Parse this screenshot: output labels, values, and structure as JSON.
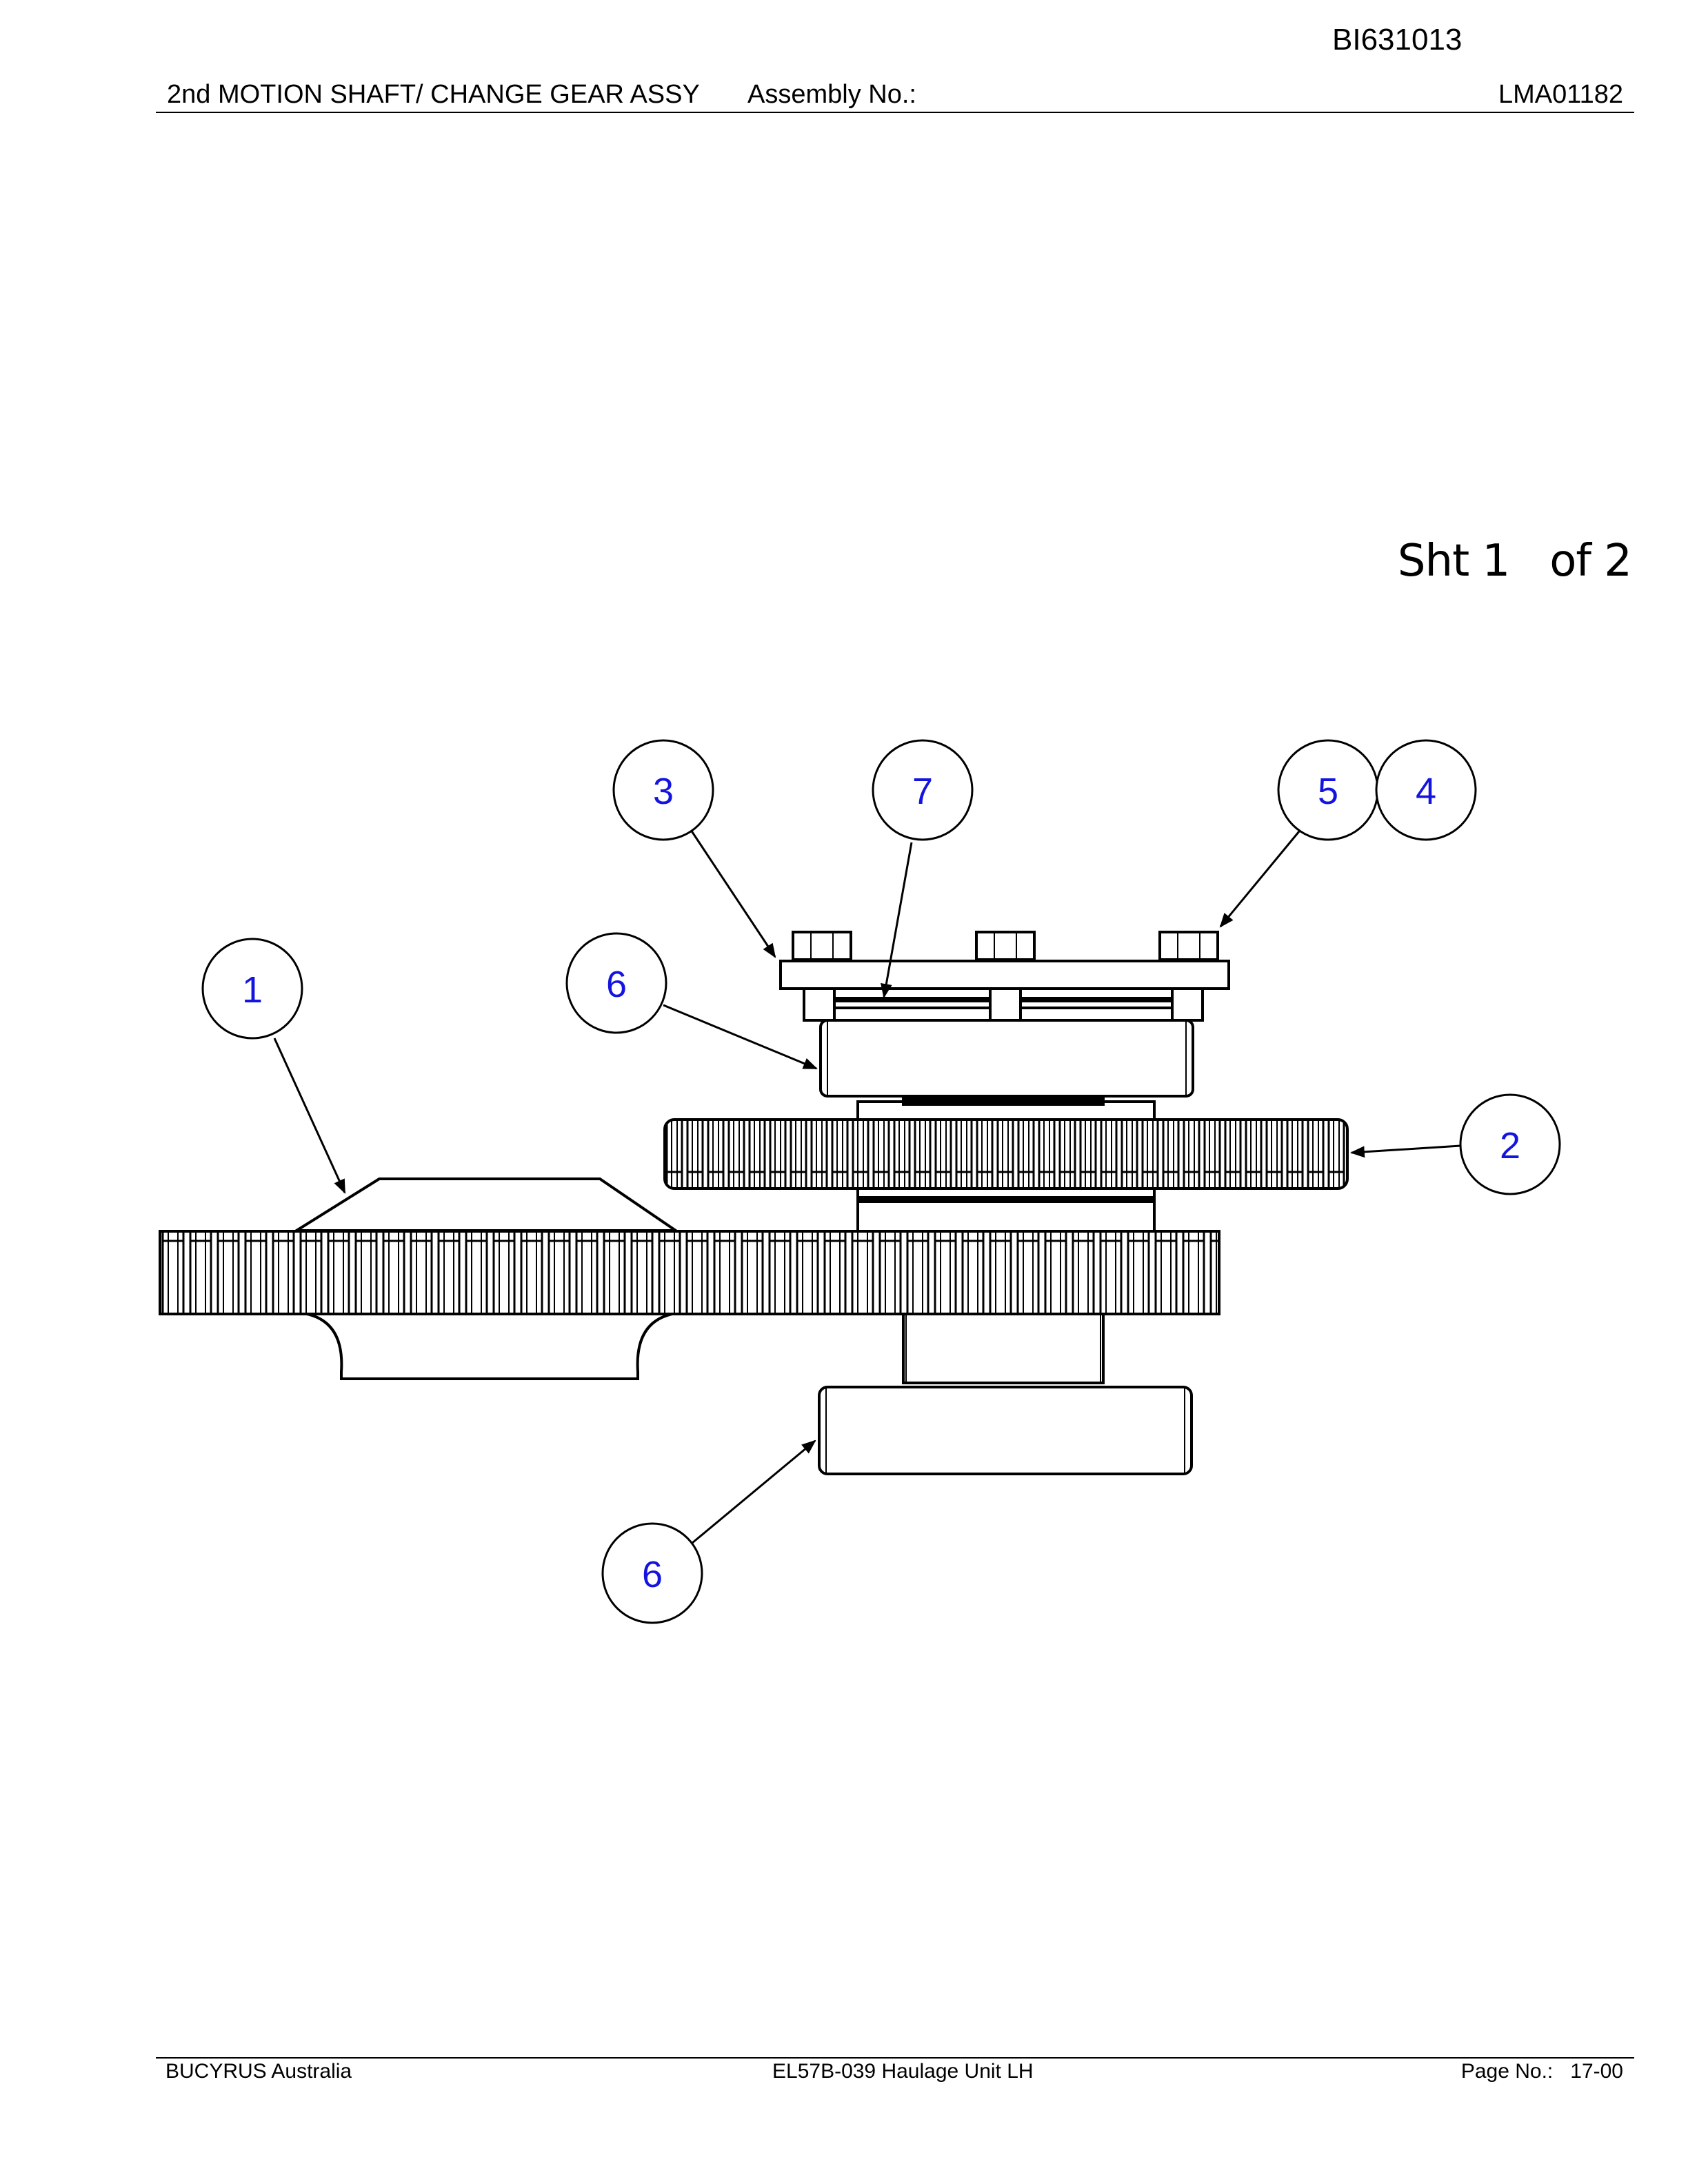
{
  "document_id": "BI631013",
  "header": {
    "title": "2nd MOTION SHAFT/ CHANGE GEAR ASSY",
    "assembly_label": "Assembly No.:",
    "assembly_number": "LMA01182"
  },
  "sheet": "Sht 1   of 2",
  "callouts": [
    {
      "id": "callout-1",
      "label": "1"
    },
    {
      "id": "callout-2",
      "label": "2"
    },
    {
      "id": "callout-3",
      "label": "3"
    },
    {
      "id": "callout-4",
      "label": "4"
    },
    {
      "id": "callout-5",
      "label": "5"
    },
    {
      "id": "callout-6a",
      "label": "6"
    },
    {
      "id": "callout-6b",
      "label": "6"
    },
    {
      "id": "callout-7",
      "label": "7"
    }
  ],
  "colors": {
    "callout_text": "#1414e0",
    "line": "#000000",
    "background": "#ffffff"
  },
  "footer": {
    "company": "BUCYRUS Australia",
    "model": "EL57B-039 Haulage Unit LH",
    "page_label": "Page No.:",
    "page_number": "17-00"
  }
}
